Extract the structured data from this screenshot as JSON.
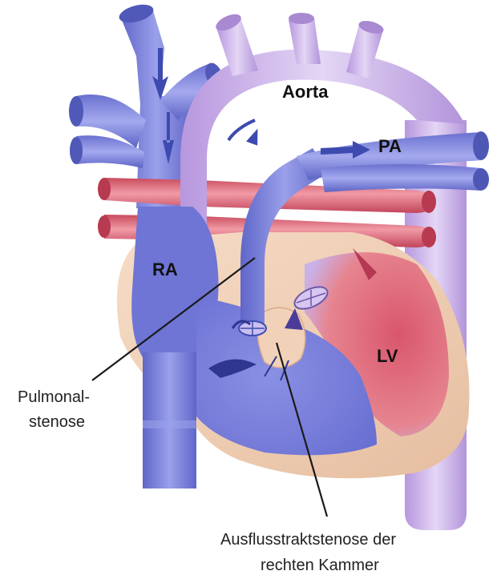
{
  "labels": {
    "aorta": "Aorta",
    "pa": "PA",
    "ra": "RA",
    "lv": "LV",
    "pulmonal_line1": "Pulmonal-",
    "pulmonal_line2": "stenose",
    "outflow_line1": "Ausflusstraktstenose der",
    "outflow_line2": "rechten Kammer"
  },
  "colors": {
    "deoxygenated_blood": "#7f86d9",
    "oxygenated_blood": "#d9576b",
    "aorta": "#c7aee6",
    "myocardium": "#efcfb6",
    "arrow": "#3d4bb0",
    "leader_line": "#1a1a1a"
  }
}
